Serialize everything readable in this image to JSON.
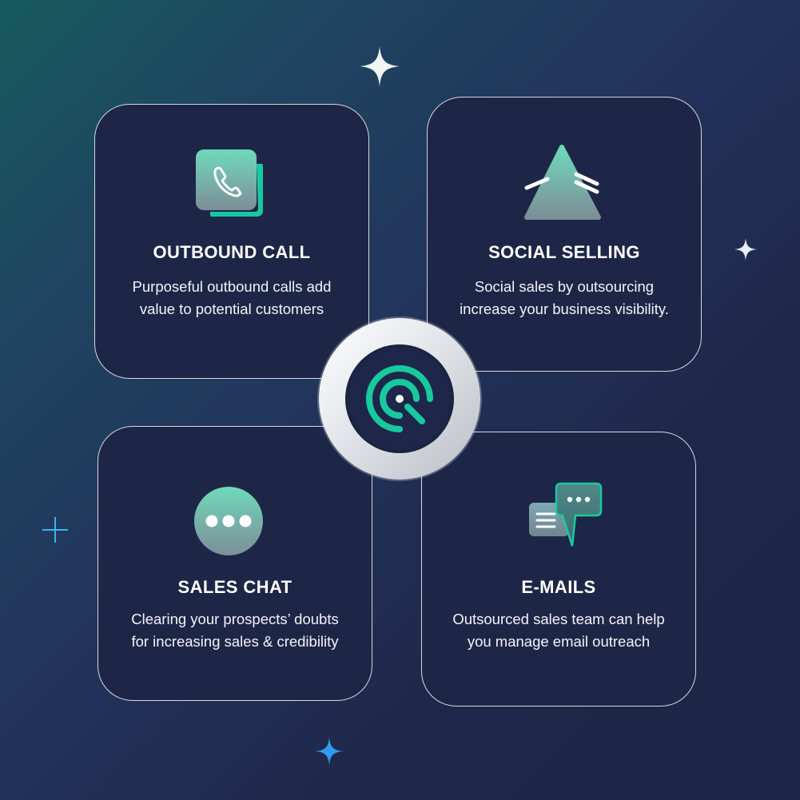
{
  "colors": {
    "background_start": "#165b5e",
    "background_end": "#1d2647",
    "card_background": "#1e2647",
    "accent_teal": "#18c9a0",
    "icon_gradient_top": "#6fd9bb",
    "icon_gradient_bottom": "#7d8e98",
    "text": "#ffffff"
  },
  "center_logo": {
    "icon": "q-logo-icon"
  },
  "cards": {
    "outbound": {
      "icon": "phone-icon",
      "title": "OUTBOUND CALL",
      "desc_line1": "Purposeful outbound calls add",
      "desc_line2": "value to potential customers"
    },
    "social": {
      "icon": "triangle-icon",
      "title": "SOCIAL SELLING",
      "desc_line1": "Social sales by outsourcing",
      "desc_line2": "increase your business visibility."
    },
    "chat": {
      "icon": "chat-bubble-icon",
      "title": "SALES CHAT",
      "desc_line1": "Clearing your prospects’ doubts",
      "desc_line2": "for increasing sales & credibility"
    },
    "email": {
      "icon": "email-chat-icon",
      "title": "E-MAILS",
      "desc_line1": "Outsourced sales team can help",
      "desc_line2": "you manage email outreach"
    }
  },
  "decorations": [
    "sparkle-icon",
    "sparkle-icon",
    "plus-icon",
    "sparkle-icon"
  ]
}
